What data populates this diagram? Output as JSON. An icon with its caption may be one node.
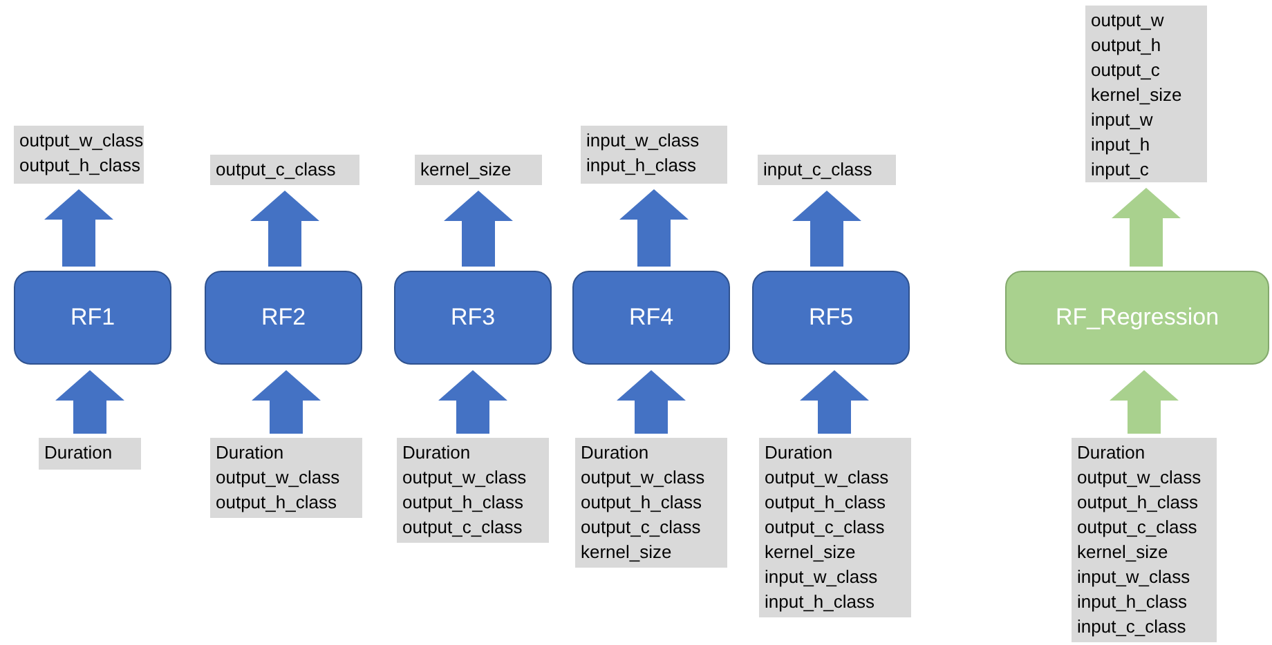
{
  "diagram": {
    "nodes": [
      {
        "text": [
          "output_w_class",
          "output_h_class"
        ]
      },
      {
        "text": [
          "output_c_class"
        ]
      },
      {
        "text": [
          "kernel_size"
        ]
      },
      {
        "text": [
          "input_w_class",
          "input_h_class"
        ]
      },
      {
        "text": [
          "input_c_class"
        ]
      },
      {
        "text": [
          "output_w",
          "output_h",
          "output_c",
          "kernel_size",
          "input_w",
          "input_h",
          "input_c"
        ]
      },
      {
        "text": [
          "RF1"
        ]
      },
      {
        "text": [
          "RF2"
        ]
      },
      {
        "text": [
          "RF3"
        ]
      },
      {
        "text": [
          "RF4"
        ]
      },
      {
        "text": [
          "RF5"
        ]
      },
      {
        "text": [
          "RF_Regression"
        ]
      },
      {
        "text": [
          "Duration"
        ]
      },
      {
        "text": [
          "Duration",
          "output_w_class",
          "output_h_class"
        ]
      },
      {
        "text": [
          "Duration",
          "output_w_class",
          "output_h_class",
          "output_c_class"
        ]
      },
      {
        "text": [
          "Duration",
          "output_w_class",
          "output_h_class",
          "output_c_class",
          "kernel_size"
        ]
      },
      {
        "text": [
          "Duration",
          "output_w_class",
          "output_h_class",
          "output_c_class",
          "kernel_size",
          "input_w_class",
          "input_h_class"
        ]
      },
      {
        "text": [
          "Duration",
          "output_w_class",
          "output_h_class",
          "output_c_class",
          "kernel_size",
          "input_w_class",
          "input_h_class",
          "input_c_class"
        ]
      }
    ],
    "edges": [
      {
        "from": 12,
        "to": 6,
        "arrow": "to",
        "style": "thick"
      },
      {
        "from": 6,
        "to": 0,
        "arrow": "to",
        "style": "thick"
      },
      {
        "from": 13,
        "to": 7,
        "arrow": "to",
        "style": "thick"
      },
      {
        "from": 7,
        "to": 1,
        "arrow": "to",
        "style": "thick"
      },
      {
        "from": 14,
        "to": 8,
        "arrow": "to",
        "style": "thick"
      },
      {
        "from": 8,
        "to": 2,
        "arrow": "to",
        "style": "thick"
      },
      {
        "from": 15,
        "to": 9,
        "arrow": "to",
        "style": "thick"
      },
      {
        "from": 9,
        "to": 3,
        "arrow": "to",
        "style": "thick"
      },
      {
        "from": 16,
        "to": 10,
        "arrow": "to",
        "style": "thick"
      },
      {
        "from": 10,
        "to": 4,
        "arrow": "to",
        "style": "thick"
      },
      {
        "from": 17,
        "to": 11,
        "arrow": "to",
        "style": "thick",
        "color": "#a9d18e"
      },
      {
        "from": 11,
        "to": 5,
        "arrow": "to",
        "style": "thick",
        "color": "#a9d18e"
      }
    ]
  }
}
